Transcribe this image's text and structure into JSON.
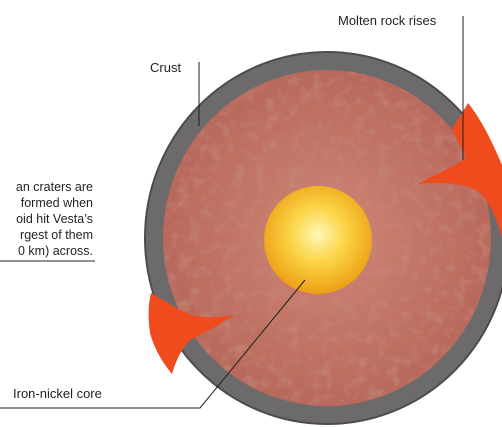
{
  "labels": {
    "crust": "Crust",
    "molten_rock": "Molten rock rises",
    "core": "Iron-nickel core",
    "craters_lines": [
      "an craters are",
      "formed when",
      "oid hit Vesta’s",
      "rgest of them",
      "0 km) across."
    ]
  },
  "colors": {
    "crust": "#6d6a6c",
    "crust_edge": "#514d50",
    "mantle": "#c47768",
    "mantle_speckle": "#a9594c",
    "core_center": "#fff2a0",
    "core_edge": "#f1b418",
    "magma": "#ef4b1c",
    "leader_line": "#231f20"
  }
}
